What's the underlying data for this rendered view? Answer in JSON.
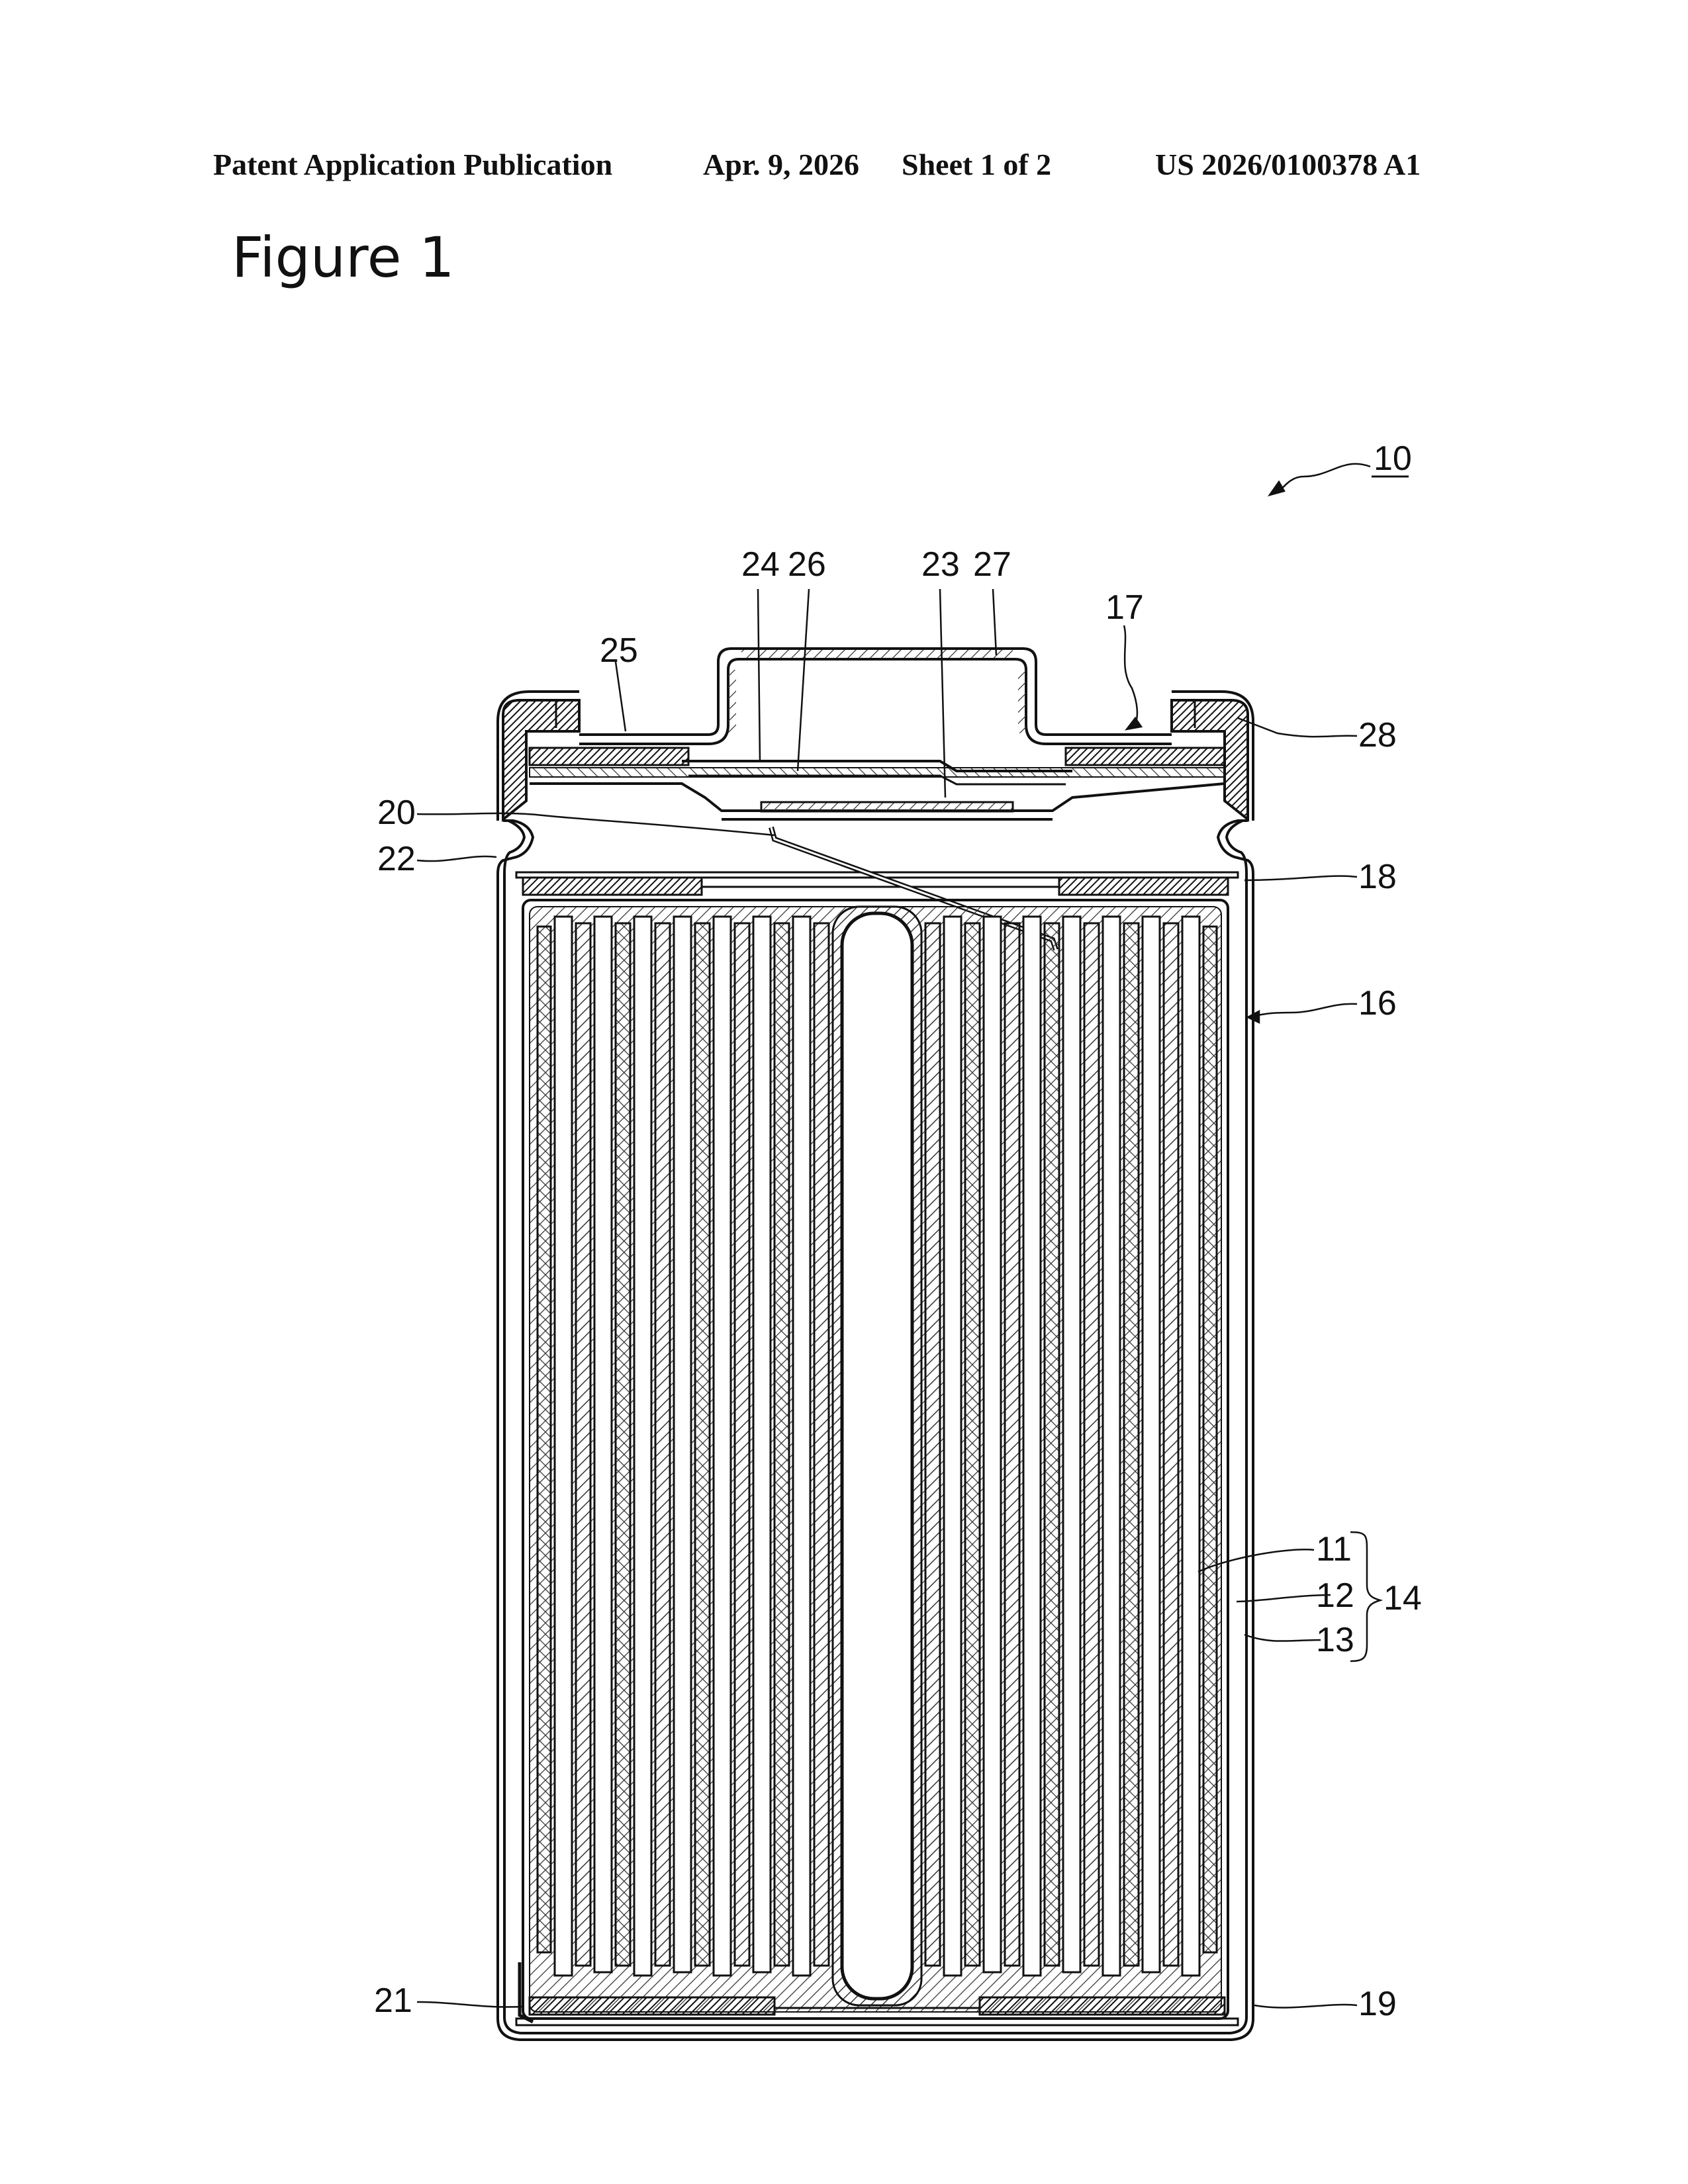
{
  "header": {
    "publication": "Patent Application Publication",
    "date": "Apr. 9, 2026",
    "sheet": "Sheet 1 of 2",
    "number": "US 2026/0100378 A1"
  },
  "figure": {
    "title": "Figure 1",
    "labels": {
      "ref_10": "10",
      "ref_11": "11",
      "ref_12": "12",
      "ref_13": "13",
      "ref_14": "14",
      "ref_16": "16",
      "ref_17": "17",
      "ref_18": "18",
      "ref_19": "19",
      "ref_20": "20",
      "ref_21": "21",
      "ref_22": "22",
      "ref_23": "23",
      "ref_24": "24",
      "ref_25": "25",
      "ref_26": "26",
      "ref_27": "27",
      "ref_28": "28"
    }
  }
}
